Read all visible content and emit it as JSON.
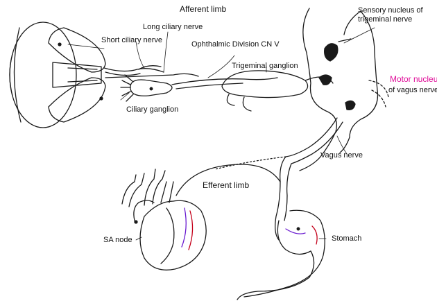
{
  "labels": {
    "afferent_limb": "Afferent limb",
    "sensory_nucleus": "Sensory nucleus of trigeminal nerve",
    "long_ciliary_nerve": "Long ciliary nerve",
    "short_ciliary_nerve": "Short ciliary nerve",
    "ophthalmic_division": "Ophthalmic Division CN V",
    "trigeminal_ganglion": "Trigeminal ganglion",
    "motor_nucleus": "Motor nucleus",
    "of_vagus_nerve": "of vagus nerve",
    "ciliary_ganglion": "Ciliary ganglion",
    "vagus_nerve": "Vagus nerve",
    "efferent_limb": "Efferent limb",
    "sa_node": "SA node",
    "stomach": "Stomach"
  },
  "colors": {
    "line": "#1a1a1a",
    "magenta": "#e0109a",
    "accent_purple": "#6a1bd0",
    "accent_red": "#c4001a"
  }
}
